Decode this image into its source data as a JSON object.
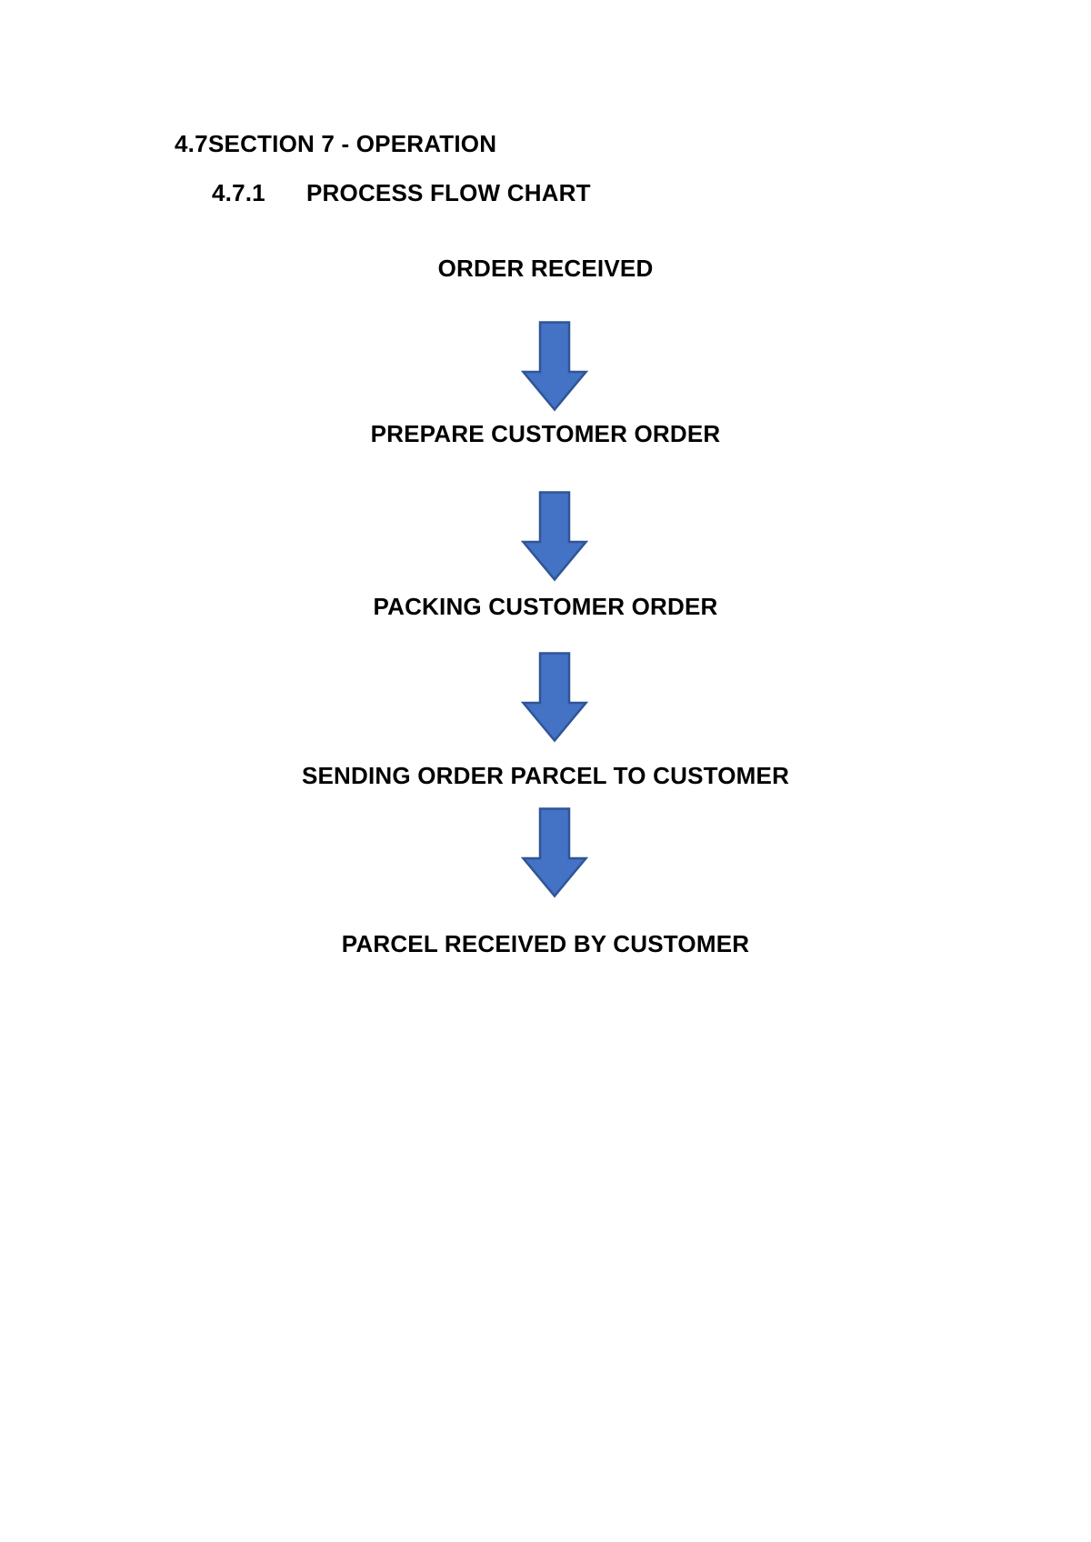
{
  "page": {
    "background": "#ffffff",
    "text_color": "#000000"
  },
  "heading": {
    "number": "4.7",
    "label": "SECTION 7 - OPERATION"
  },
  "subheading": {
    "number": "4.7.1",
    "label": "PROCESS FLOW CHART"
  },
  "flowchart": {
    "type": "vertical-process-flow",
    "steps": [
      "ORDER RECEIVED",
      "PREPARE CUSTOMER ORDER",
      "PACKING CUSTOMER ORDER",
      "SENDING ORDER PARCEL TO CUSTOMER",
      "PARCEL RECEIVED BY CUSTOMER"
    ],
    "arrow": {
      "direction": "down",
      "fill": "#4472C4",
      "stroke": "#2F5597"
    }
  }
}
